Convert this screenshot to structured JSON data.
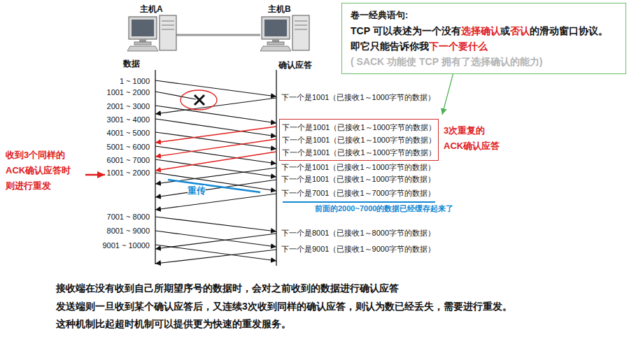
{
  "diagram": {
    "nodes": [
      {
        "text": [
          "卷一经典语句:",
          "TCP 可以表述为一个没有",
          "选择确认",
          "或",
          "否认",
          "的滑动窗口协议。",
          "即它只能告诉你我",
          "下一个要什么",
          "( SACK 功能使 TCP 拥有了选择确认的能力)"
        ]
      },
      {
        "text": [
          "下一个是1001（已接收1～1000字节的数据）",
          "下一个是1001（已接收1～1000字节的数据）",
          "下一个是1001（已接收1～1000字节的数据）"
        ]
      }
    ],
    "labels": [
      "主机A",
      "主机B",
      "数据",
      "确认应答",
      "1 ~ 1000",
      "1001 ~ 2000",
      "2001 ~ 3000",
      "3001 ~ 4000",
      "4001 ~ 5000",
      "5001 ~ 6000",
      "6001 ~ 7000",
      "1001 ~ 2000",
      "7001 ~ 8000",
      "8001 ~ 9000",
      "9001 ~ 10000",
      "下一个是1001（已接收1～1000字节的数据）",
      "下一个是1001（已接收1～1000字节的数据）",
      "下一个是1001（已接收1～1000字节的数据）",
      "下一个是7001（已接收1～7000字节的数据）",
      "下一个是8001（已接收1～8000字节的数据）",
      "下一个是9001（已接收1～9000字节的数据）",
      "3次重复的 ACK确认应答",
      "收到3个同样的 ACK确认应答时 则进行重发",
      "重传",
      "前面的2000~7000的数据已经缓存起来了",
      "接收端在没有收到自己所期望序号的数据时，会对之前收到的数据进行确认应答",
      "发送端则一旦收到某个确认应答后，又连续3次收到同样的确认应答，则认为数已经丢失，需要进行重发。",
      "这种机制比起超时机制可以提供更为快速的重发服务。"
    ]
  }
}
